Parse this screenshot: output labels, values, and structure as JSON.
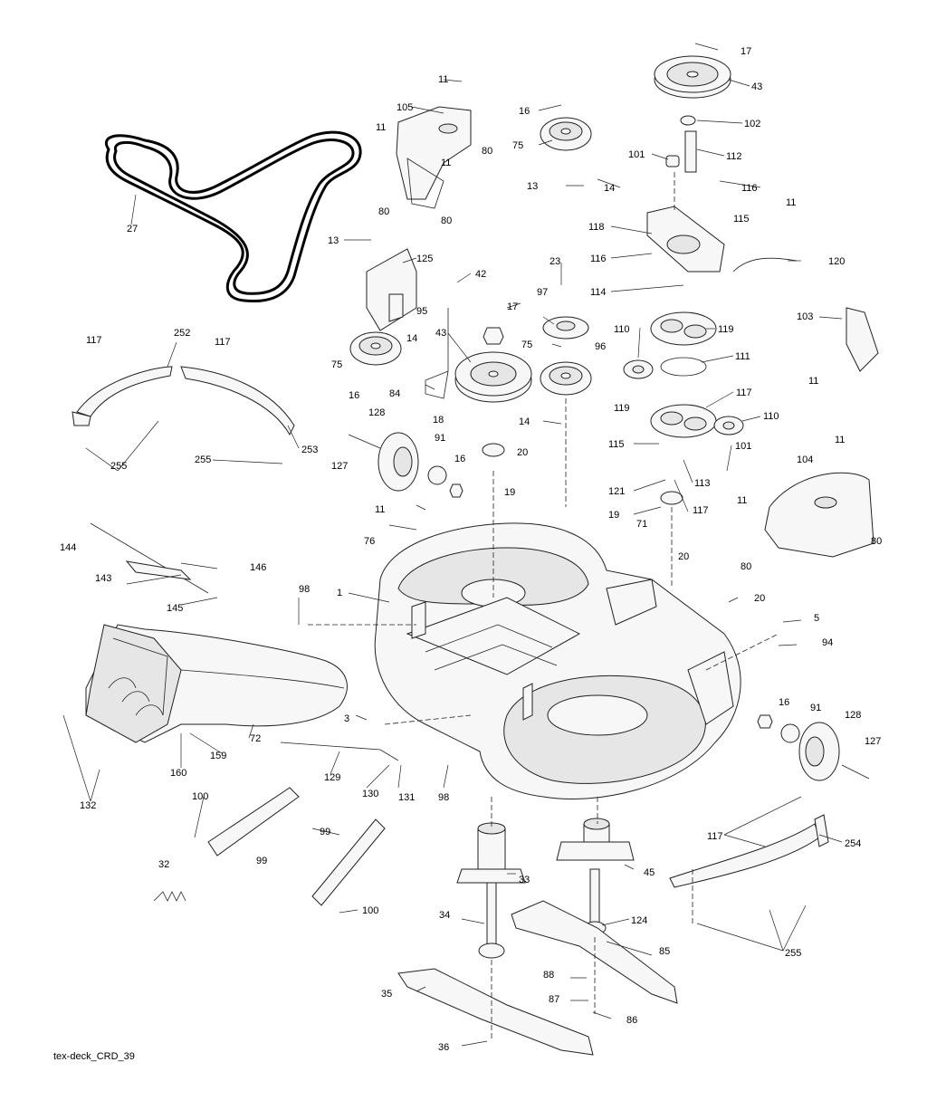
{
  "footer": {
    "filename": "tex-deck_CRD_39"
  },
  "callouts": [
    "1",
    "3",
    "5",
    "11",
    "13",
    "14",
    "16",
    "17",
    "18",
    "19",
    "20",
    "23",
    "27",
    "32",
    "33",
    "34",
    "35",
    "36",
    "42",
    "43",
    "45",
    "71",
    "72",
    "75",
    "76",
    "80",
    "84",
    "85",
    "86",
    "87",
    "88",
    "91",
    "94",
    "95",
    "96",
    "97",
    "98",
    "99",
    "100",
    "101",
    "102",
    "103",
    "104",
    "105",
    "110",
    "111",
    "112",
    "113",
    "114",
    "115",
    "116",
    "117",
    "118",
    "119",
    "120",
    "121",
    "124",
    "125",
    "127",
    "128",
    "129",
    "130",
    "131",
    "132",
    "143",
    "144",
    "145",
    "146",
    "159",
    "160",
    "252",
    "253",
    "254",
    "255"
  ]
}
